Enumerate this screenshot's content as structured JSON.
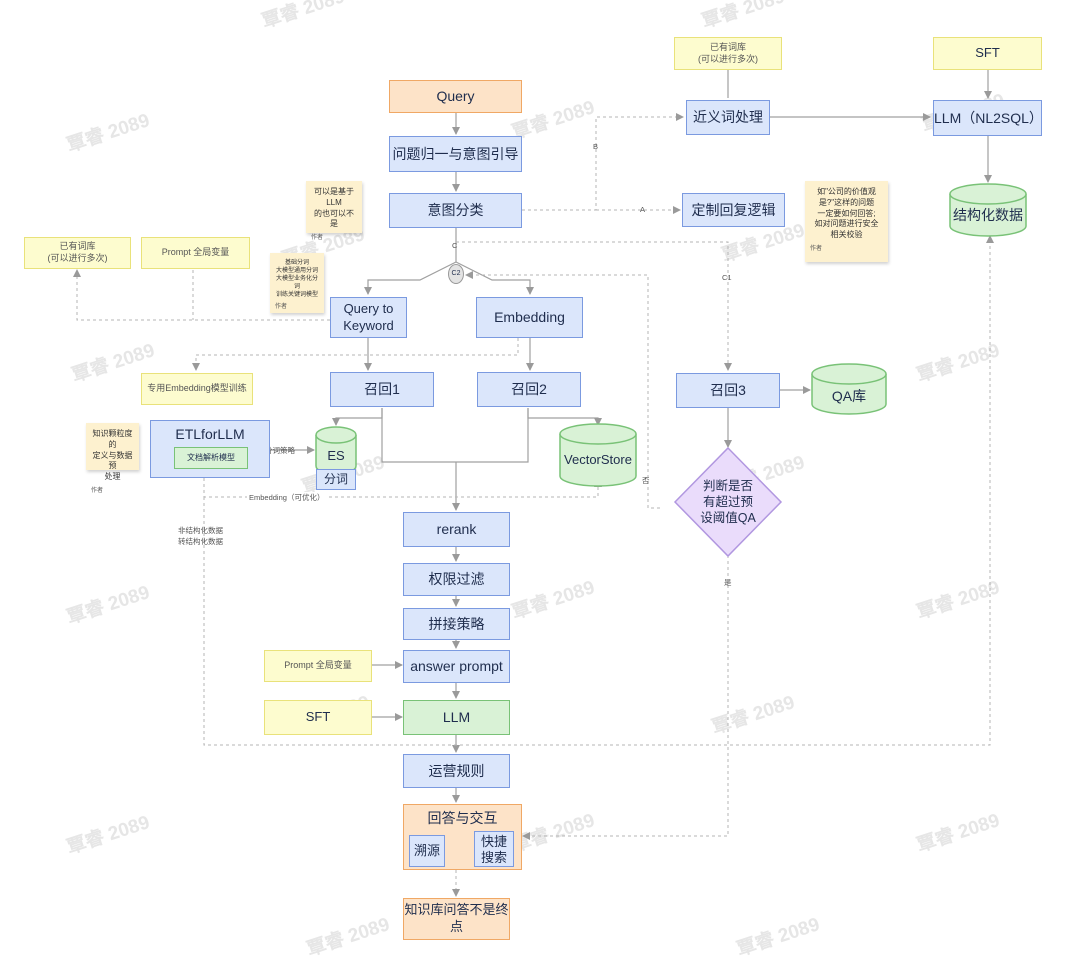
{
  "nodes": {
    "query": "Query",
    "normalize": "问题归一与意图引导",
    "intent": "意图分类",
    "synonym": "近义词处理",
    "llm_nl2sql": "LLM（NL2SQL）",
    "sft_top": "SFT",
    "vocab_top": "已有词库\n(可以进行多次)",
    "custom_reply": "定制回复逻辑",
    "structured_data": "结构化数据",
    "vocab_left": "已有词库\n(可以进行多次)",
    "prompt_var_top": "Prompt 全局变量",
    "query_keyword": "Query to\nKeyword",
    "embedding": "Embedding",
    "embed_train": "专用Embedding模型训练",
    "recall1": "召回1",
    "recall2": "召回2",
    "recall3": "召回3",
    "qa_db": "QA库",
    "etl": "ETLforLLM",
    "doc_parse": "文档解析模型",
    "es": "ES",
    "tokenize": "分词",
    "vector_store": "VectorStore",
    "judge": "判断是否\n有超过预\n设阈值QA",
    "rerank": "rerank",
    "permission": "权限过滤",
    "concat": "拼接策略",
    "answer_prompt": "answer prompt",
    "prompt_var_bottom": "Prompt 全局变量",
    "llm": "LLM",
    "sft_bottom": "SFT",
    "ops_rules": "运营规则",
    "answer_interact": "回答与交互",
    "trace": "溯源",
    "quick_search": "快捷\n搜索",
    "final": "知识库问答不是终\n点",
    "c2": "C2"
  },
  "notes": {
    "llm_note": "可以是基于LLM\n的也可以不是",
    "tokenize_note": "基础分词\n大模型通用分词\n大模型业务化分词\n训练关键词模型",
    "knowledge_note": "知识颗粒度的\n定义与数据预\n处理",
    "value_note": "如\"公司的价值观\n是?\"这样的问题\n一定要如何回答;\n如对问题进行安全\n相关校验",
    "author": "作者"
  },
  "edge_labels": {
    "b": "B",
    "a": "A",
    "c": "C",
    "c1": "C1",
    "no": "否",
    "yes": "是",
    "tokenize_strategy": "分词策略",
    "embedding_opt": "Embedding（可优化）",
    "unstructured": "非结构化数据\n转结构化数据"
  },
  "watermark": "覃睿 2089",
  "colors": {
    "blue_fill": "#dbe6fb",
    "blue_border": "#7b9ae0",
    "orange_fill": "#fde3c8",
    "green_fill": "#d9f2d6",
    "yellow_fill": "#fdfccf",
    "purple_fill": "#eadcfb"
  }
}
